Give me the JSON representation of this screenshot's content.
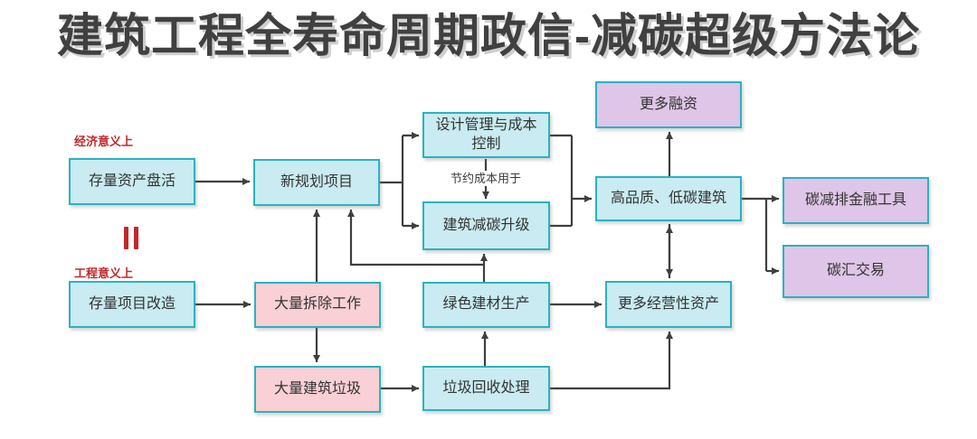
{
  "title": "建筑工程全寿命周期政信-减碳超级方法论",
  "labels": {
    "economic": "经济意义上",
    "engineering": "工程意义上",
    "equivalence": "‖",
    "cost_saving": "节约成本用于"
  },
  "colors": {
    "cyan_fill": "#c9ebf1",
    "pink_fill": "#f9d0d5",
    "purple_fill": "#dfc5e7",
    "border": "#2ab2c3",
    "arrow": "#3f3f3f",
    "red": "#c3272b",
    "title": "#404040"
  },
  "nodes": [
    {
      "id": "stock-asset-revitalization",
      "label": "存量资产盘活",
      "type": "cyan"
    },
    {
      "id": "new-planned-project",
      "label": "新规划项目",
      "type": "cyan"
    },
    {
      "id": "design-management-cost-control",
      "label": "设计管理与成本\n控制",
      "type": "cyan"
    },
    {
      "id": "building-carbon-reduction-upgrade",
      "label": "建筑减碳升级",
      "type": "cyan"
    },
    {
      "id": "more-financing",
      "label": "更多融资",
      "type": "purple"
    },
    {
      "id": "high-quality-low-carbon-building",
      "label": "高品质、低碳建筑",
      "type": "cyan"
    },
    {
      "id": "carbon-reduction-financial-tools",
      "label": "碳减排金融工具",
      "type": "purple"
    },
    {
      "id": "carbon-sink-trading",
      "label": "碳汇交易",
      "type": "purple"
    },
    {
      "id": "stock-project-renovation",
      "label": "存量项目改造",
      "type": "cyan"
    },
    {
      "id": "massive-demolition-work",
      "label": "大量拆除工作",
      "type": "pink"
    },
    {
      "id": "green-building-material-production",
      "label": "绿色建材生产",
      "type": "cyan"
    },
    {
      "id": "more-operating-assets",
      "label": "更多经营性资产",
      "type": "cyan"
    },
    {
      "id": "massive-construction-waste",
      "label": "大量建筑垃圾",
      "type": "pink"
    },
    {
      "id": "waste-recycling-treatment",
      "label": "垃圾回收处理",
      "type": "cyan"
    }
  ],
  "edges": [
    {
      "from": "存量资产盘活",
      "to": "新规划项目"
    },
    {
      "from": "存量项目改造",
      "to": "大量拆除工作"
    },
    {
      "from": "大量拆除工作",
      "to": "新规划项目"
    },
    {
      "from": "大量拆除工作",
      "to": "大量建筑垃圾"
    },
    {
      "from": "大量建筑垃圾",
      "to": "垃圾回收处理"
    },
    {
      "from": "垃圾回收处理",
      "to": "绿色建材生产"
    },
    {
      "from": "垃圾回收处理",
      "to": "更多经营性资产"
    },
    {
      "from": "绿色建材生产",
      "to": "建筑减碳升级"
    },
    {
      "from": "绿色建材生产",
      "to": "新规划项目"
    },
    {
      "from": "绿色建材生产",
      "to": "更多经营性资产"
    },
    {
      "from": "新规划项目",
      "to": "设计管理与成本控制"
    },
    {
      "from": "新规划项目",
      "to": "建筑减碳升级"
    },
    {
      "from": "设计管理与成本控制",
      "to": "建筑减碳升级",
      "label": "节约成本用于"
    },
    {
      "from": "设计管理与成本控制",
      "to": "高品质、低碳建筑"
    },
    {
      "from": "建筑减碳升级",
      "to": "高品质、低碳建筑"
    },
    {
      "from": "高品质、低碳建筑",
      "to": "更多融资"
    },
    {
      "from": "高品质、低碳建筑",
      "to": "更多经营性资产",
      "bidirectional": true
    },
    {
      "from": "高品质、低碳建筑",
      "to": "碳减排金融工具"
    },
    {
      "from": "高品质、低碳建筑",
      "to": "碳汇交易"
    }
  ]
}
